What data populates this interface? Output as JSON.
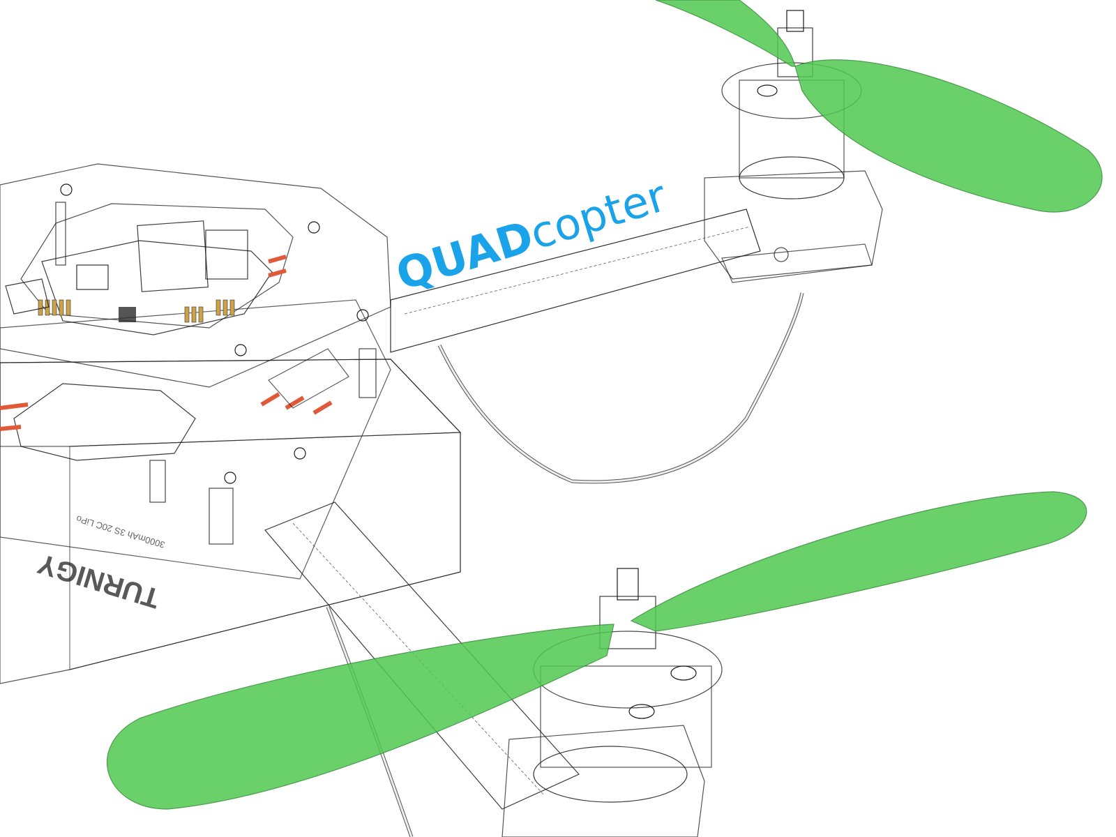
{
  "title": {
    "bold": "QUAD",
    "light": "copter"
  },
  "battery_label": "TURNIGY",
  "battery_sublabel": "3000mAh 3S 20C LiPo",
  "colors": {
    "title": "#1aa3e8",
    "propeller": "#4fc851",
    "frame": "#6b6b6b",
    "arm": "#9a9a9a",
    "battery": "#8a8a8a",
    "pcb": "#5f8a6e",
    "esc": "#f2b3b3",
    "pins": "#e05a3a"
  }
}
